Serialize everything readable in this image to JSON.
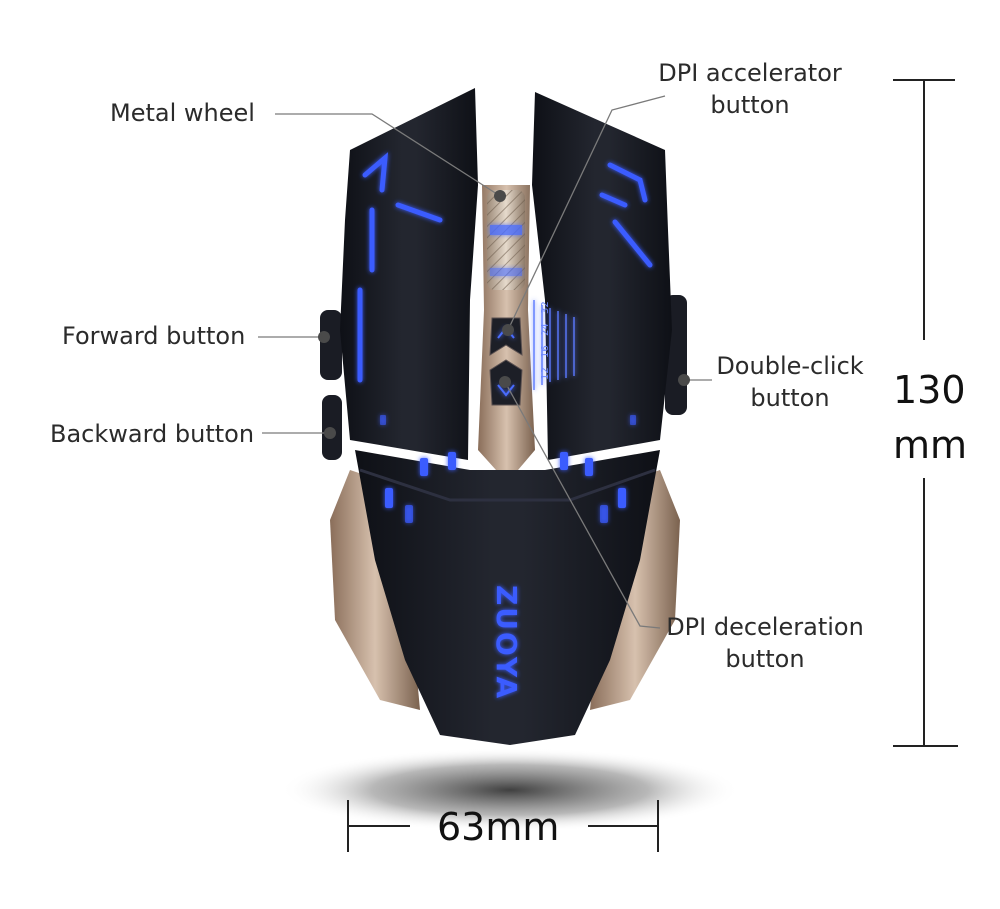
{
  "callouts": {
    "metal_wheel": "Metal wheel",
    "dpi_accelerator": [
      "DPI accelerator",
      "button"
    ],
    "forward": "Forward button",
    "backward": "Backward button",
    "double_click": [
      "Double-click",
      "button"
    ],
    "dpi_deceleration": [
      "DPI deceleration",
      "button"
    ]
  },
  "dimensions": {
    "height_value": "130",
    "height_unit": "mm",
    "width_label": "63mm"
  },
  "product": {
    "brand": "ZUOYA",
    "dpi_marks": [
      "12",
      "16",
      "24",
      "32"
    ]
  },
  "colors": {
    "body": "#1a1c24",
    "glow": "#3a5bff",
    "accent_metal": "#b89c86",
    "leader_line": "#7a7a7a"
  }
}
